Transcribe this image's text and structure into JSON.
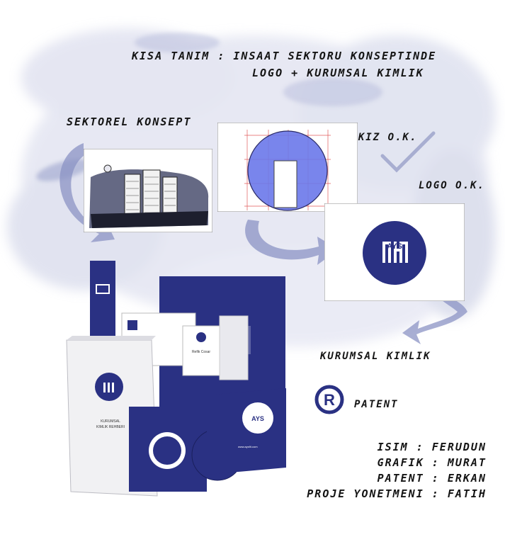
{
  "heading": {
    "line1": "KISA TANIM : INSAAT SEKTORU KONSEPTINDE",
    "line2": "LOGO + KURUMSAL KIMLIK"
  },
  "steps": {
    "concept": "SEKTOREL KONSEPT",
    "sketch": "ESKIZ O.K.",
    "logo": "LOGO O.K.",
    "identity": "KURUMSAL KIMLIK",
    "patent": "PATENT"
  },
  "patent_symbol": "R",
  "logo_letters": "AYS",
  "mockup": {
    "book_title_1": "KURUMSAL",
    "book_title_2": "KIMLIK REHBERI",
    "card_name": "Refik Cosar",
    "web": "www.aysfit.com"
  },
  "credits": [
    "ISIM : FERUDUN",
    "GRAFIK : MURAT",
    "PATENT : ERKAN",
    "PROJE YONETMENI : FATIH"
  ],
  "colors": {
    "brand": "#2a3183",
    "wash": "#c9cde4",
    "ink": "#141414"
  }
}
